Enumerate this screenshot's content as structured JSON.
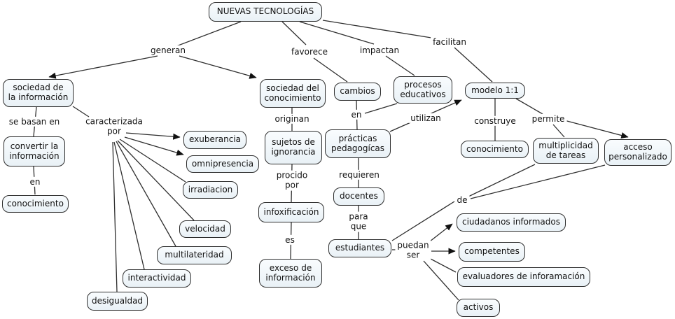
{
  "title": "NUEVAS TECNOLOGÍAS",
  "colors": {
    "background": "#ffffff",
    "node_fill": "#edf3f7",
    "node_border": "#2e2e2e",
    "line": "#2f2f2f",
    "text": "#111111"
  },
  "nodes": {
    "nuevas_tecnologias": {
      "label": "NUEVAS TECNOLOGÍAS"
    },
    "sociedad_informacion": {
      "label": "sociedad de\nla información"
    },
    "convertir_informacion": {
      "label": "convertir la\ninformación"
    },
    "conocimiento_izquierda": {
      "label": "conocimiento"
    },
    "sociedad_conocimiento": {
      "label": "sociedad del\nconocimiento"
    },
    "sujetos_ignorancia": {
      "label": "sujetos de\nignorancia"
    },
    "infoxificacion": {
      "label": "infoxificación"
    },
    "exceso_informacion": {
      "label": "exceso de\ninformación"
    },
    "cambios": {
      "label": "cambios"
    },
    "practicas_pedagogicas": {
      "label": "prácticas\npedagogícas"
    },
    "docentes": {
      "label": "docentes"
    },
    "estudiantes": {
      "label": "estudiantes"
    },
    "procesos_educativos": {
      "label": "procesos\neducativos"
    },
    "modelo_1_1": {
      "label": "modelo 1:1"
    },
    "conocimiento_derecha": {
      "label": "conocimiento"
    },
    "multiplicidad_tareas": {
      "label": "multiplicidad\nde tareas"
    },
    "acceso_personalizado": {
      "label": "acceso\npersonalizado"
    },
    "exuberancia": {
      "label": "exuberancia"
    },
    "omnipresencia": {
      "label": "omnipresencia"
    },
    "irradiacion": {
      "label": "irradiacion"
    },
    "velocidad": {
      "label": "velocidad"
    },
    "multilateridad": {
      "label": "multilateridad"
    },
    "interactividad": {
      "label": "interactividad"
    },
    "desigualdad": {
      "label": "desigualdad"
    },
    "ciudadanos_informados": {
      "label": "ciudadanos informados"
    },
    "competentes": {
      "label": "competentes"
    },
    "evaluadores_informacion": {
      "label": "evaluadores de inforamación"
    },
    "activos": {
      "label": "activos"
    }
  },
  "link_labels": {
    "generan": {
      "label": "generan"
    },
    "favorece": {
      "label": "favorece"
    },
    "impactan": {
      "label": "impactan"
    },
    "facilitan": {
      "label": "facilitan"
    },
    "se_basan_en": {
      "label": "se basan en"
    },
    "caracterizada_por": {
      "label": "caracterizada\npor"
    },
    "en_izquierda": {
      "label": "en"
    },
    "originan": {
      "label": "originan"
    },
    "procido_por": {
      "label": "procido\npor"
    },
    "es": {
      "label": "es"
    },
    "en_centro": {
      "label": "en"
    },
    "requieren": {
      "label": "requieren"
    },
    "para_que": {
      "label": "para\nque"
    },
    "utilizan": {
      "label": "utilizan"
    },
    "construye": {
      "label": "construye"
    },
    "permite": {
      "label": "permite"
    },
    "de": {
      "label": "de"
    },
    "puedan_ser": {
      "label": "puedan\nser"
    }
  }
}
